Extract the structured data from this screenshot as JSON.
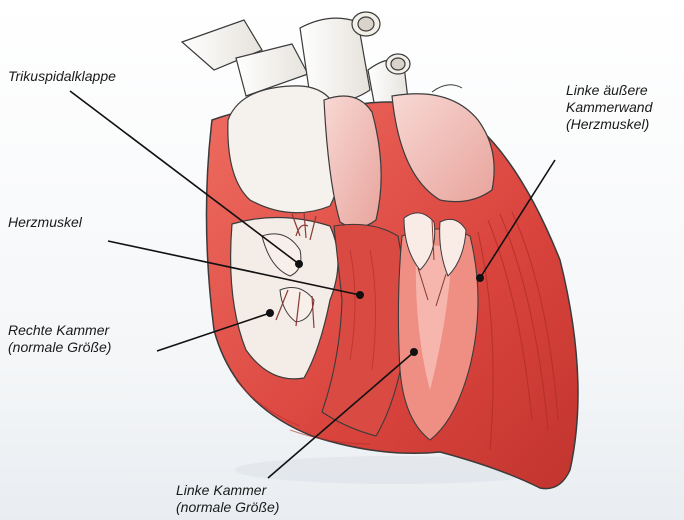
{
  "labels": {
    "trikuspidalklappe": {
      "lines": [
        "Trikuspidalklappe"
      ]
    },
    "herzmuskel": {
      "lines": [
        "Herzmuskel"
      ]
    },
    "rechte_kammer": {
      "lines": [
        "Rechte Kammer",
        "(normale Größe)"
      ]
    },
    "linke_kammer": {
      "lines": [
        "Linke Kammer",
        "(normale Größe)"
      ]
    },
    "linke_wand": {
      "lines": [
        "Linke äußere",
        "Kammerwand",
        "(Herzmuskel)"
      ]
    }
  },
  "colors": {
    "muscle": "#dc4a44",
    "muscle_dark": "#c4372f",
    "muscle_light": "#ee7a6f",
    "vessel": "#f6f3ee",
    "pink": "#f0b9b3",
    "outline": "#3b3b3b",
    "line": "#111111"
  }
}
